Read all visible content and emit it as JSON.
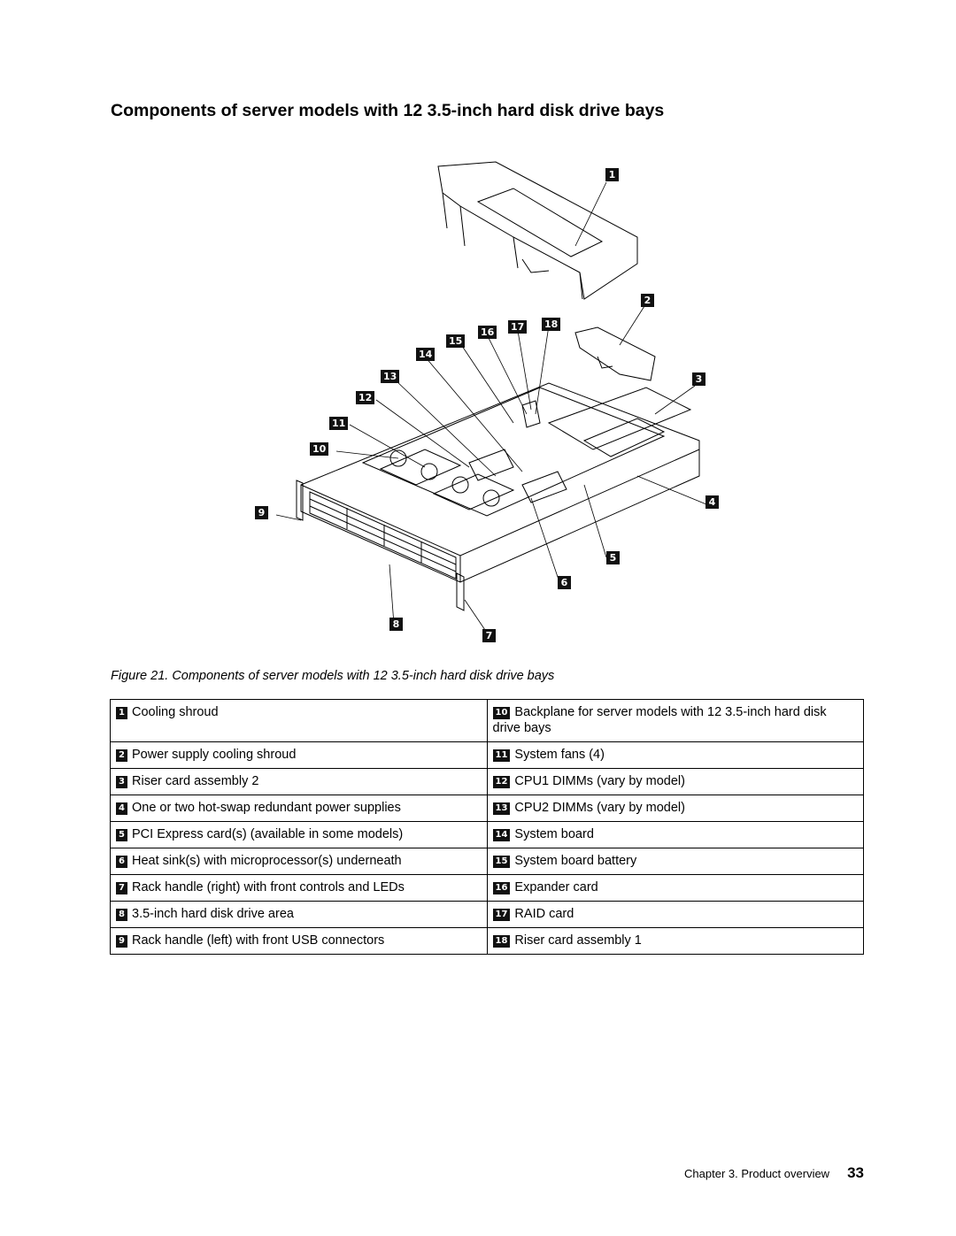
{
  "page": {
    "title": "Components of server models with 12 3.5-inch hard disk drive bays",
    "caption": "Figure 21. Components of server models with 12 3.5-inch hard disk drive bays",
    "footer_text": "Chapter 3. Product overview",
    "page_number": "33"
  },
  "callouts": [
    "1",
    "2",
    "3",
    "4",
    "5",
    "6",
    "7",
    "8",
    "9",
    "10",
    "11",
    "12",
    "13",
    "14",
    "15",
    "16",
    "17",
    "18"
  ],
  "legend": [
    {
      "left": {
        "num": "1",
        "text": "Cooling shroud"
      },
      "right": {
        "num": "10",
        "text": "Backplane for server models with 12 3.5-inch hard disk drive bays"
      }
    },
    {
      "left": {
        "num": "2",
        "text": "Power supply cooling shroud"
      },
      "right": {
        "num": "11",
        "text": "System fans (4)"
      }
    },
    {
      "left": {
        "num": "3",
        "text": "Riser card assembly 2"
      },
      "right": {
        "num": "12",
        "text": "CPU1 DIMMs (vary by model)"
      }
    },
    {
      "left": {
        "num": "4",
        "text": "One or two hot-swap redundant power supplies"
      },
      "right": {
        "num": "13",
        "text": "CPU2 DIMMs (vary by model)"
      }
    },
    {
      "left": {
        "num": "5",
        "text": "PCI Express card(s) (available in some models)"
      },
      "right": {
        "num": "14",
        "text": "System board"
      }
    },
    {
      "left": {
        "num": "6",
        "text": "Heat sink(s) with microprocessor(s) underneath"
      },
      "right": {
        "num": "15",
        "text": "System board battery"
      }
    },
    {
      "left": {
        "num": "7",
        "text": "Rack handle (right) with front controls and LEDs"
      },
      "right": {
        "num": "16",
        "text": "Expander card"
      }
    },
    {
      "left": {
        "num": "8",
        "text": "3.5-inch hard disk drive area"
      },
      "right": {
        "num": "17",
        "text": "RAID card"
      }
    },
    {
      "left": {
        "num": "9",
        "text": "Rack handle (left) with front USB connectors"
      },
      "right": {
        "num": "18",
        "text": "Riser card assembly 1"
      }
    }
  ]
}
